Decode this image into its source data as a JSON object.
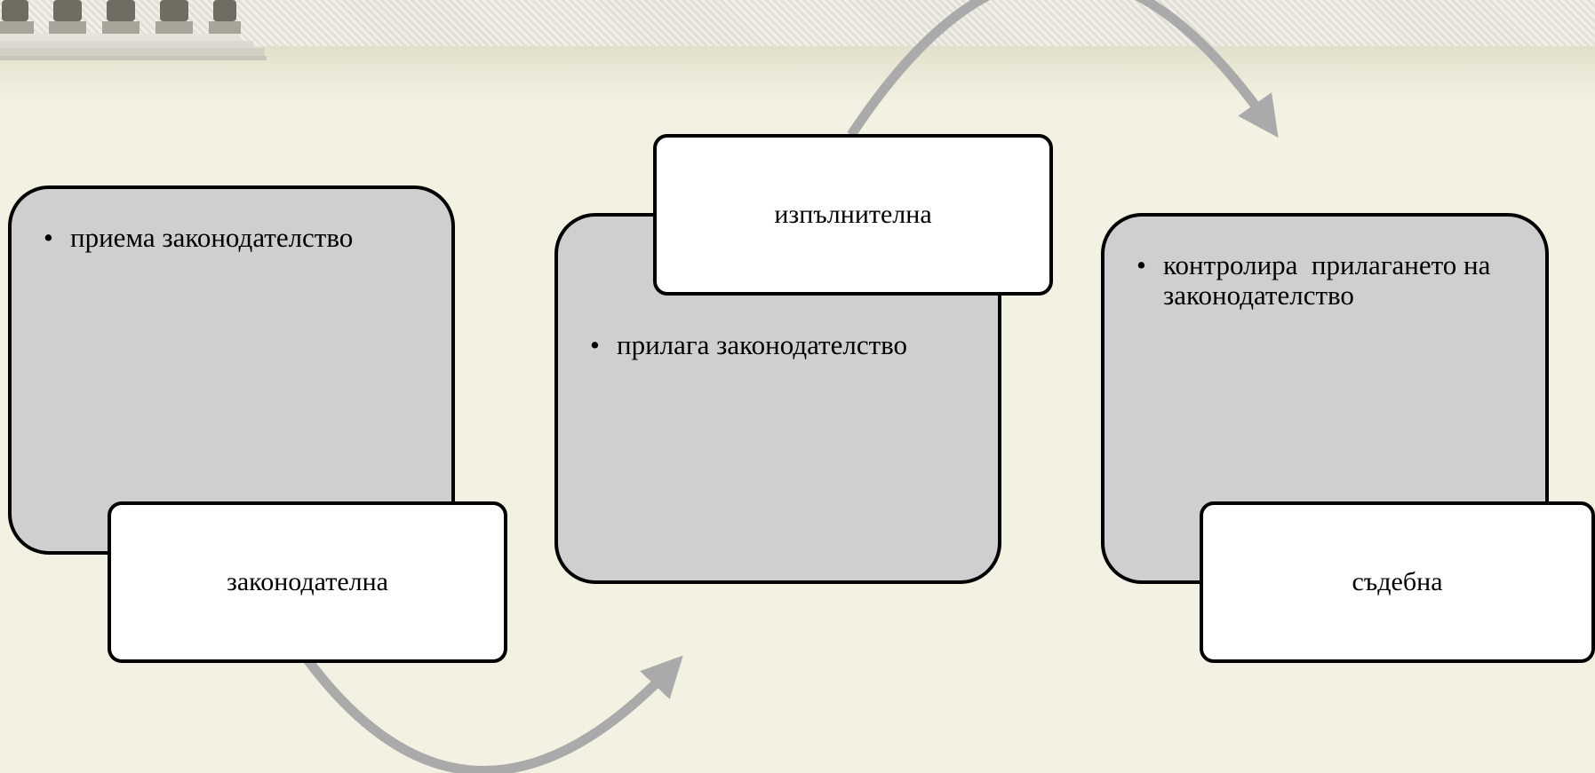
{
  "colors": {
    "background": "#f3f1e1",
    "content_box": "#cfcfcf",
    "label_box": "#ffffff",
    "border": "#000000",
    "arrow": "#aaaaaa"
  },
  "decoration": {
    "icon": "columns-icon"
  },
  "branches": [
    {
      "label": "законодателна",
      "bullets": [
        "приема законодателство"
      ]
    },
    {
      "label": "изпълнителна",
      "bullets": [
        "прилага законодателство"
      ]
    },
    {
      "label": "съдебна",
      "bullets": [
        "контролира  прилагането на законодателство"
      ]
    }
  ]
}
